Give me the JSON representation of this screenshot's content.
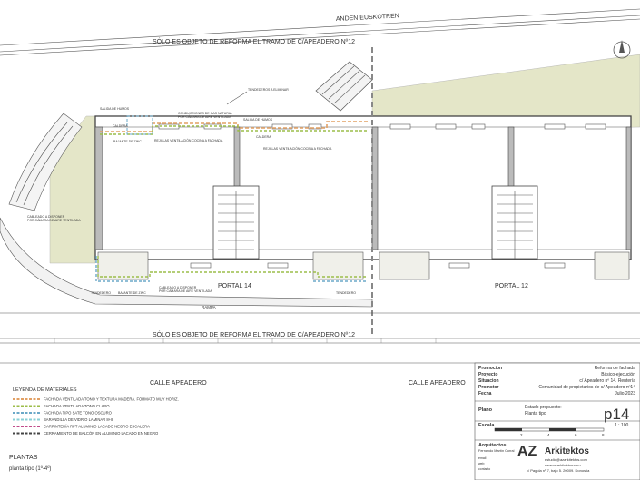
{
  "labels": {
    "top_street": "ANDEN EUSKOTREN",
    "notice_top": "SÓLO ES OBJETO DE REFORMA EL TRAMO DE C/APEADERO Nº12",
    "notice_bottom": "SÓLO ES OBJETO DE REFORMA EL TRAMO DE C/APEADERO Nº12",
    "portal_14": "PORTAL 14",
    "portal_12": "PORTAL 12",
    "rampa": "RAMPA",
    "calle_apeadero_1": "CALLE APEADERO",
    "calle_apeadero_2": "CALLE APEADERO",
    "tendederos_eliminar": "TENDEDEROS A ELIMINAR",
    "salida_humos_1": "SALIDA DE HUMOS",
    "salida_humos_2": "SALIDA DE HUMOS",
    "caldera_1": "CALDERA",
    "caldera_2": "CALDERA",
    "conducciones_gas": "CONDUCCIONES DE GAS NATURAL\nPOR CÁMARA DE AIRE VENTILADA",
    "bajante_zinc_1": "BAJANTE DE ZINC",
    "bajante_zinc_2": "BAJANTE DE ZINC",
    "rejilla_ventilacion_1": "REJILLAS VENTILACIÓN COCINA A FACHADA",
    "rejilla_ventilacion_2": "REJILLAS VENTILACIÓN COCINA A FACHADA",
    "cableado_disponer_1": "CABLEADO A DISPONER\nPOR CÁMARA DE AIRE VENTILADA",
    "cableado_disponer_2": "CABLEADO A DISPONER\nPOR CÁMARA DE AIRE VENTILADA",
    "tendedero_1": "TENDEDERO",
    "tendedero_2": "TENDEDERO",
    "plantas_title": "PLANTAS",
    "plantas_subtitle": "planta tipo (1º-4º)"
  },
  "legend": {
    "title": "LEYENDA DE MATERIALES",
    "items": [
      {
        "label": "FACHADA VENTILADA TONO Y TEXTURA MADERA. FORMATO MUY HORIZ.",
        "color": "#e2a064"
      },
      {
        "label": "FACHADA VENTILADA TONO CLARO",
        "color": "#9cbd4a"
      },
      {
        "label": "FACHADA TIPO SATE TONO OSCURO",
        "color": "#6ba9c8"
      },
      {
        "label": "BARANDILLA DE VIDRIO LAMINAR 8+8",
        "color": "#8ad0d6"
      },
      {
        "label": "CARPINTERÍA RPT ALUMINIO LACADO NEGRO ESCALERA",
        "color": "#c14b8a"
      },
      {
        "label": "CERRAMIENTO DE BALCÓN EN ALUMINIO LACADO EN NEGRO",
        "color": "#444444"
      }
    ]
  },
  "title_block": {
    "rows": [
      {
        "key": "Promocion",
        "value": "Reforma de fachada"
      },
      {
        "key": "Proyecto",
        "value": "Básico-ejecución"
      },
      {
        "key": "Situacion",
        "value": "c/ Apeadero nº 14. Rentería"
      },
      {
        "key": "Promotor",
        "value": "Comunidad de propietarios de c/ Apeadero nº14"
      },
      {
        "key": "Fecha",
        "value": "Julio 2023"
      }
    ],
    "plano_key": "Plano",
    "plano_value_1": "Estado propuesto:",
    "plano_value_2": "Planta tipo",
    "sheet": "p14",
    "escala_key": "Escala",
    "scale_value": "1 : 100",
    "scale_ticks": [
      "2",
      "4",
      "6",
      "8"
    ],
    "arquitectos_key": "Arquitectos",
    "arquitectos_value": "Fernando Martín Corral",
    "contact_keys": [
      "email",
      "web",
      "contacto"
    ],
    "firm_logo": "AZ",
    "firm_name": "Arkitektos",
    "firm_email": "estudio@azarkitektos.com",
    "firm_web": "www.azarkitektos.com",
    "firm_address": "c/ Pagola nº 7, bajo 5. 20009. Donostia"
  },
  "colors": {
    "wood": "#e2a064",
    "light": "#9cbd4a",
    "dark": "#6ba9c8",
    "accent_green": "#3ea83f"
  }
}
